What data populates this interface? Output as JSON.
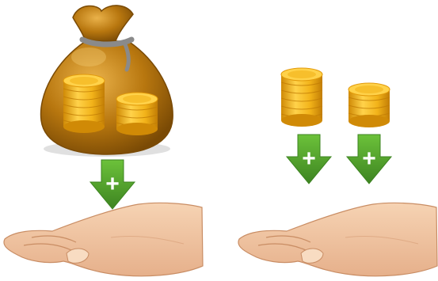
{
  "scene": {
    "left_group": {
      "items": [
        "money-bag",
        "coin-stack-tall",
        "coin-stack-short",
        "plus-arrow",
        "open-hand"
      ],
      "arrow_symbol": "+"
    },
    "right_group": {
      "items": [
        "coin-stack-tall",
        "coin-stack-short",
        "plus-arrow",
        "plus-arrow",
        "open-hand"
      ],
      "arrow_symbol": "+"
    }
  },
  "colors": {
    "bag": "#b8770f",
    "bag_highlight": "#e2a33a",
    "rope": "#8a8a8a",
    "coin": "#f2b319",
    "coin_highlight": "#ffd24a",
    "coin_shadow": "#d08a06",
    "arrow": "#4f9a2a",
    "skin": "#f3c9a6",
    "skin_shadow": "#d9a17a",
    "background": "#ffffff"
  },
  "icons": [
    "money-bag-icon",
    "coin-stack-icon",
    "plus-arrow-icon",
    "open-hand-icon"
  ]
}
